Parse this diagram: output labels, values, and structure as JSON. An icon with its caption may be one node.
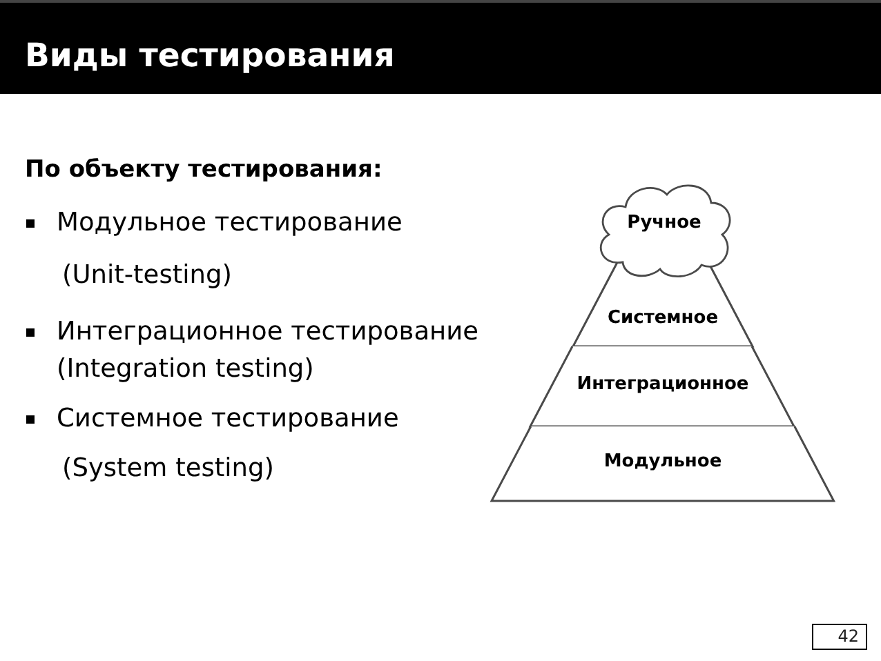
{
  "diagram": {
    "title": "Виды тестирования",
    "nodes": [
      {
        "text": [
          "Ручное"
        ]
      },
      {
        "text": [
          "Системное"
        ]
      },
      {
        "text": [
          "Интеграционное"
        ]
      },
      {
        "text": [
          "Модульное"
        ]
      }
    ],
    "labels": [
      "По объекту тестирования:",
      "Модульное тестирование",
      "(Unit-testing)",
      "Интеграционное тестирование",
      "(Integration testing)",
      "Системное тестирование",
      "(System testing)",
      "42"
    ]
  }
}
